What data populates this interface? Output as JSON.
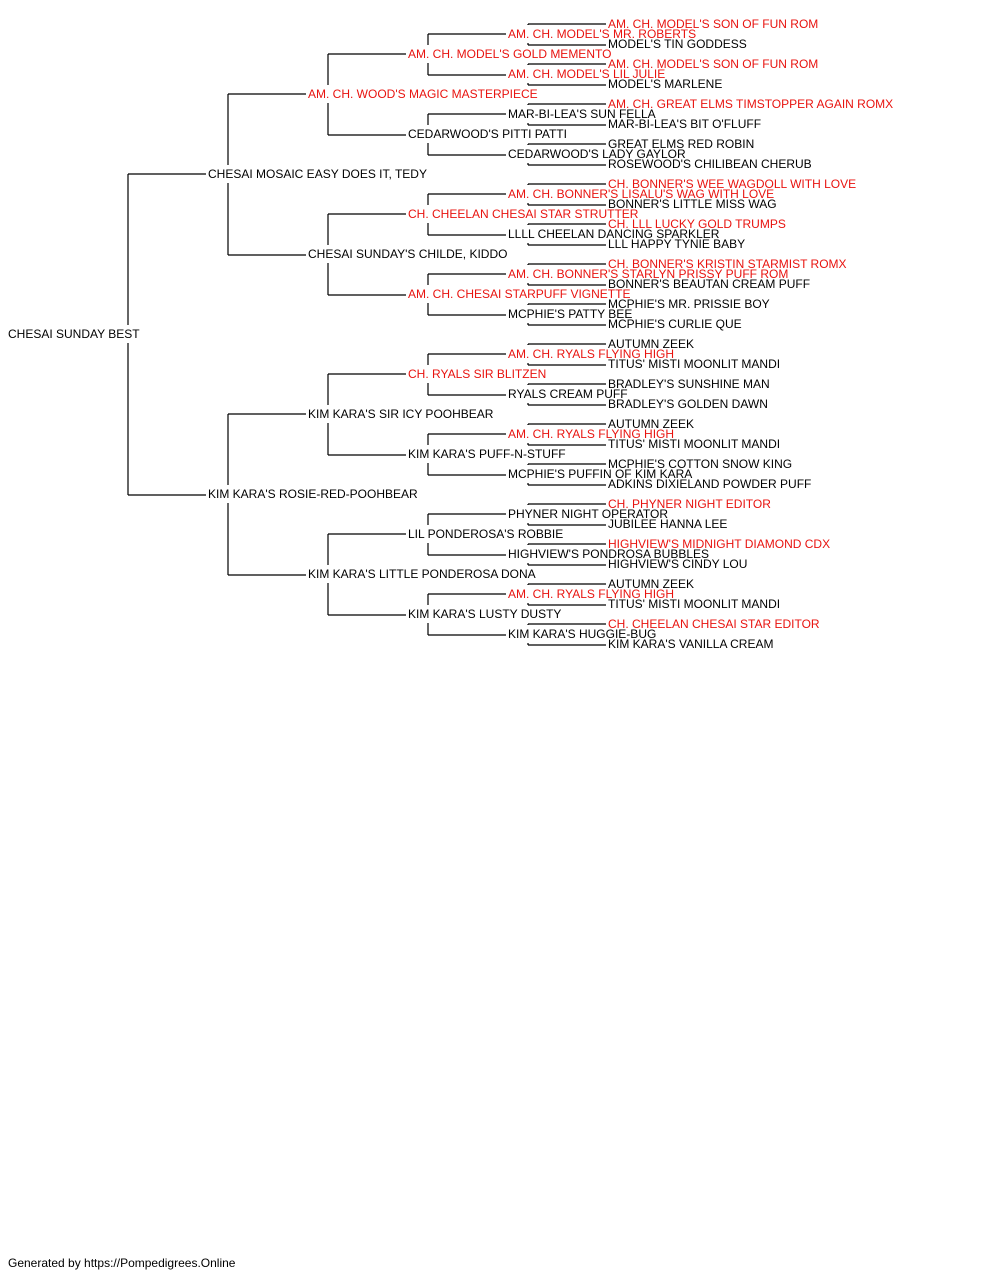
{
  "colors": {
    "champion": "#e8130f",
    "normal": "#000000",
    "line": "#000000"
  },
  "pedigree": {
    "name": "CHESAI SUNDAY BEST",
    "ch": false,
    "sire": {
      "name": "CHESAI MOSAIC EASY DOES IT, TEDY",
      "ch": false,
      "sire": {
        "name": "AM. CH. WOOD'S MAGIC MASTERPIECE",
        "ch": true,
        "sire": {
          "name": "AM. CH. MODEL'S GOLD MEMENTO",
          "ch": true,
          "sire": {
            "name": "AM. CH. MODEL'S MR. ROBERTS",
            "ch": true,
            "sire": {
              "name": "AM. CH. MODEL'S SON OF FUN ROM",
              "ch": true
            },
            "dam": {
              "name": "MODEL'S TIN GODDESS",
              "ch": false
            }
          },
          "dam": {
            "name": "AM. CH. MODEL'S LIL JULIE",
            "ch": true,
            "sire": {
              "name": "AM. CH. MODEL'S SON OF FUN ROM",
              "ch": true
            },
            "dam": {
              "name": "MODEL'S MARLENE",
              "ch": false
            }
          }
        },
        "dam": {
          "name": "CEDARWOOD'S PITTI PATTI",
          "ch": false,
          "sire": {
            "name": "MAR-BI-LEA'S SUN FELLA",
            "ch": false,
            "sire": {
              "name": "AM. CH. GREAT ELMS TIMSTOPPER AGAIN ROMX",
              "ch": true
            },
            "dam": {
              "name": "MAR-BI-LEA'S BIT O'FLUFF",
              "ch": false
            }
          },
          "dam": {
            "name": "CEDARWOOD'S LADY GAYLOR",
            "ch": false,
            "sire": {
              "name": "GREAT ELMS RED ROBIN",
              "ch": false
            },
            "dam": {
              "name": "ROSEWOOD'S CHILIBEAN CHERUB",
              "ch": false
            }
          }
        }
      },
      "dam": {
        "name": "CHESAI SUNDAY'S CHILDE, KIDDO",
        "ch": false,
        "sire": {
          "name": "CH. CHEELAN CHESAI STAR STRUTTER",
          "ch": true,
          "sire": {
            "name": "AM. CH. BONNER'S LISALU'S WAG WITH LOVE",
            "ch": true,
            "sire": {
              "name": "CH. BONNER'S WEE WAGDOLL WITH LOVE",
              "ch": true
            },
            "dam": {
              "name": "BONNER'S LITTLE MISS WAG",
              "ch": false
            }
          },
          "dam": {
            "name": "LLLL CHEELAN DANCING SPARKLER",
            "ch": false,
            "sire": {
              "name": "CH. LLL LUCKY GOLD TRUMPS",
              "ch": true
            },
            "dam": {
              "name": "LLL HAPPY TYNIE BABY",
              "ch": false
            }
          }
        },
        "dam": {
          "name": "AM. CH. CHESAI STARPUFF VIGNETTE",
          "ch": true,
          "sire": {
            "name": "AM. CH. BONNER'S STARLYN PRISSY PUFF ROM",
            "ch": true,
            "sire": {
              "name": "CH. BONNER'S KRISTIN STARMIST ROMX",
              "ch": true
            },
            "dam": {
              "name": "BONNER'S BEAUTAN CREAM PUFF",
              "ch": false
            }
          },
          "dam": {
            "name": "MCPHIE'S PATTY BEE",
            "ch": false,
            "sire": {
              "name": "MCPHIE'S MR. PRISSIE BOY",
              "ch": false
            },
            "dam": {
              "name": "MCPHIE'S CURLIE QUE",
              "ch": false
            }
          }
        }
      }
    },
    "dam": {
      "name": "KIM KARA'S ROSIE-RED-POOHBEAR",
      "ch": false,
      "sire": {
        "name": "KIM KARA'S SIR ICY POOHBEAR",
        "ch": false,
        "sire": {
          "name": "CH. RYALS SIR BLITZEN",
          "ch": true,
          "sire": {
            "name": "AM. CH. RYALS FLYING HIGH",
            "ch": true,
            "sire": {
              "name": "AUTUMN ZEEK",
              "ch": false
            },
            "dam": {
              "name": "TITUS' MISTI MOONLIT MANDI",
              "ch": false
            }
          },
          "dam": {
            "name": "RYALS CREAM PUFF",
            "ch": false,
            "sire": {
              "name": "BRADLEY'S SUNSHINE MAN",
              "ch": false
            },
            "dam": {
              "name": "BRADLEY'S GOLDEN DAWN",
              "ch": false
            }
          }
        },
        "dam": {
          "name": "KIM KARA'S PUFF-N-STUFF",
          "ch": false,
          "sire": {
            "name": "AM. CH. RYALS FLYING HIGH",
            "ch": true,
            "sire": {
              "name": "AUTUMN ZEEK",
              "ch": false
            },
            "dam": {
              "name": "TITUS' MISTI MOONLIT MANDI",
              "ch": false
            }
          },
          "dam": {
            "name": "MCPHIE'S PUFFIN OF KIM KARA",
            "ch": false,
            "sire": {
              "name": "MCPHIE'S COTTON SNOW KING",
              "ch": false
            },
            "dam": {
              "name": "ADKINS DIXIELAND POWDER PUFF",
              "ch": false
            }
          }
        }
      },
      "dam": {
        "name": "KIM KARA'S LITTLE PONDEROSA DONA",
        "ch": false,
        "sire": {
          "name": "LIL PONDEROSA'S ROBBIE",
          "ch": false,
          "sire": {
            "name": "PHYNER NIGHT OPERATOR",
            "ch": false,
            "sire": {
              "name": "CH. PHYNER NIGHT EDITOR",
              "ch": true
            },
            "dam": {
              "name": "JUBILEE HANNA LEE",
              "ch": false
            }
          },
          "dam": {
            "name": "HIGHVIEW'S PONDROSA BUBBLES",
            "ch": false,
            "sire": {
              "name": "HIGHVIEW'S MIDNIGHT DIAMOND CDX",
              "ch": true
            },
            "dam": {
              "name": "HIGHVIEW'S CINDY LOU",
              "ch": false
            }
          }
        },
        "dam": {
          "name": "KIM KARA'S LUSTY DUSTY",
          "ch": false,
          "sire": {
            "name": "AM. CH. RYALS FLYING HIGH",
            "ch": true,
            "sire": {
              "name": "AUTUMN ZEEK",
              "ch": false
            },
            "dam": {
              "name": "TITUS' MISTI MOONLIT MANDI",
              "ch": false
            }
          },
          "dam": {
            "name": "KIM KARA'S HUGGIE-BUG",
            "ch": false,
            "sire": {
              "name": "CH. CHEELAN CHESAI STAR EDITOR",
              "ch": true
            },
            "dam": {
              "name": "KIM KARA'S VANILLA CREAM",
              "ch": false
            }
          }
        }
      }
    }
  },
  "footer": "Generated by https://Pompedigrees.Online"
}
